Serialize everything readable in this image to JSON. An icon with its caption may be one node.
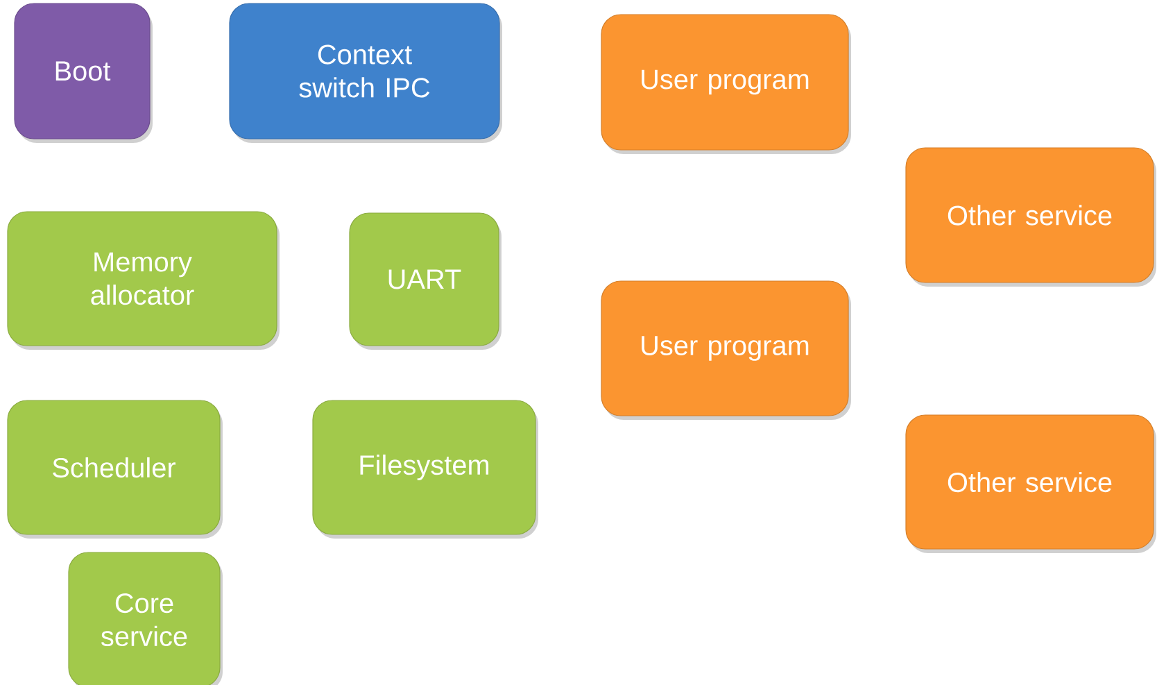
{
  "diagram": {
    "nodes": [
      {
        "text": [
          "Boot"
        ]
      },
      {
        "text": [
          "Context switch IPC"
        ]
      },
      {
        "text": [
          "User program"
        ]
      },
      {
        "text": [
          "Other service"
        ]
      },
      {
        "text": [
          "Memory allocator"
        ]
      },
      {
        "text": [
          "UART"
        ]
      },
      {
        "text": [
          "User program"
        ]
      },
      {
        "text": [
          "Scheduler"
        ]
      },
      {
        "text": [
          "Filesystem"
        ]
      },
      {
        "text": [
          "Other service"
        ]
      },
      {
        "text": [
          "Core service"
        ]
      }
    ]
  }
}
